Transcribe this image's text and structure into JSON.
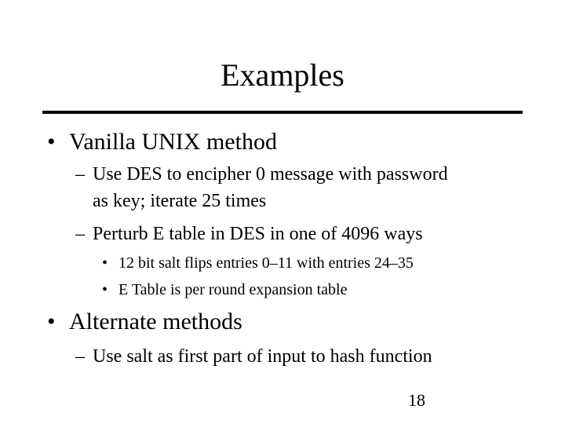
{
  "slide": {
    "title": "Examples",
    "bullets": [
      {
        "mark": "•",
        "text": "Vanilla UNIX method",
        "sub": [
          {
            "mark": "–",
            "line1": "Use DES to encipher 0 message with password",
            "line2": "as key; iterate 25 times"
          },
          {
            "mark": "–",
            "line1": "Perturb E table in DES in one of 4096 ways",
            "sub": [
              {
                "mark": "•",
                "text": "12 bit salt flips entries 0–11 with entries 24–35"
              },
              {
                "mark": "•",
                "text": "E Table is per round expansion table"
              }
            ]
          }
        ]
      },
      {
        "mark": "•",
        "text": "Alternate methods",
        "sub": [
          {
            "mark": "–",
            "line1": "Use salt as first part of input to hash function"
          }
        ]
      }
    ],
    "page_number": "18"
  }
}
